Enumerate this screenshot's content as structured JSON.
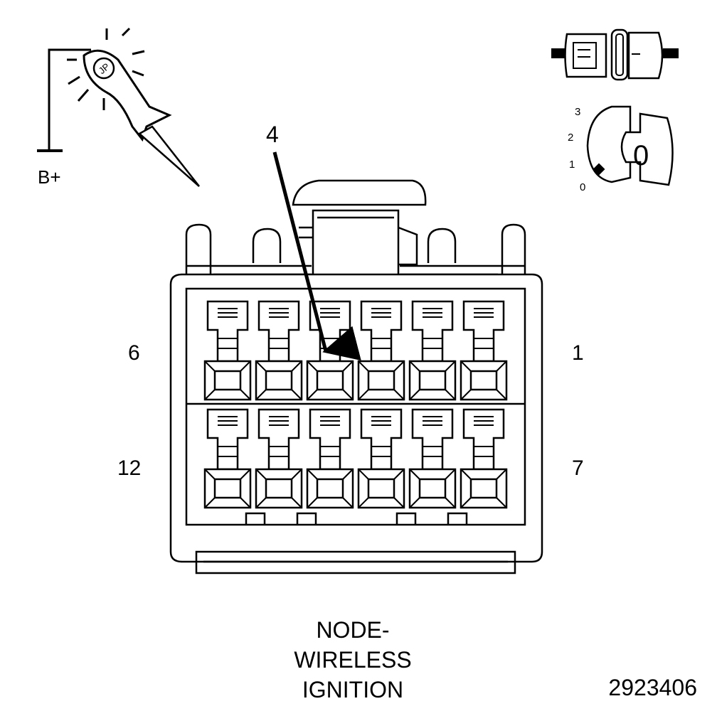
{
  "probe": {
    "supply_label": "B+"
  },
  "ignition": {
    "positions": [
      "3",
      "2",
      "1",
      "0"
    ],
    "key_label": "0"
  },
  "connector": {
    "pin_callout": "4",
    "top_row": {
      "left_label": "6",
      "right_label": "1"
    },
    "bottom_row": {
      "left_label": "12",
      "right_label": "7"
    }
  },
  "caption": {
    "lines": [
      "NODE-",
      "WIRELESS",
      "IGNITION"
    ]
  },
  "figure_number": "2923406"
}
